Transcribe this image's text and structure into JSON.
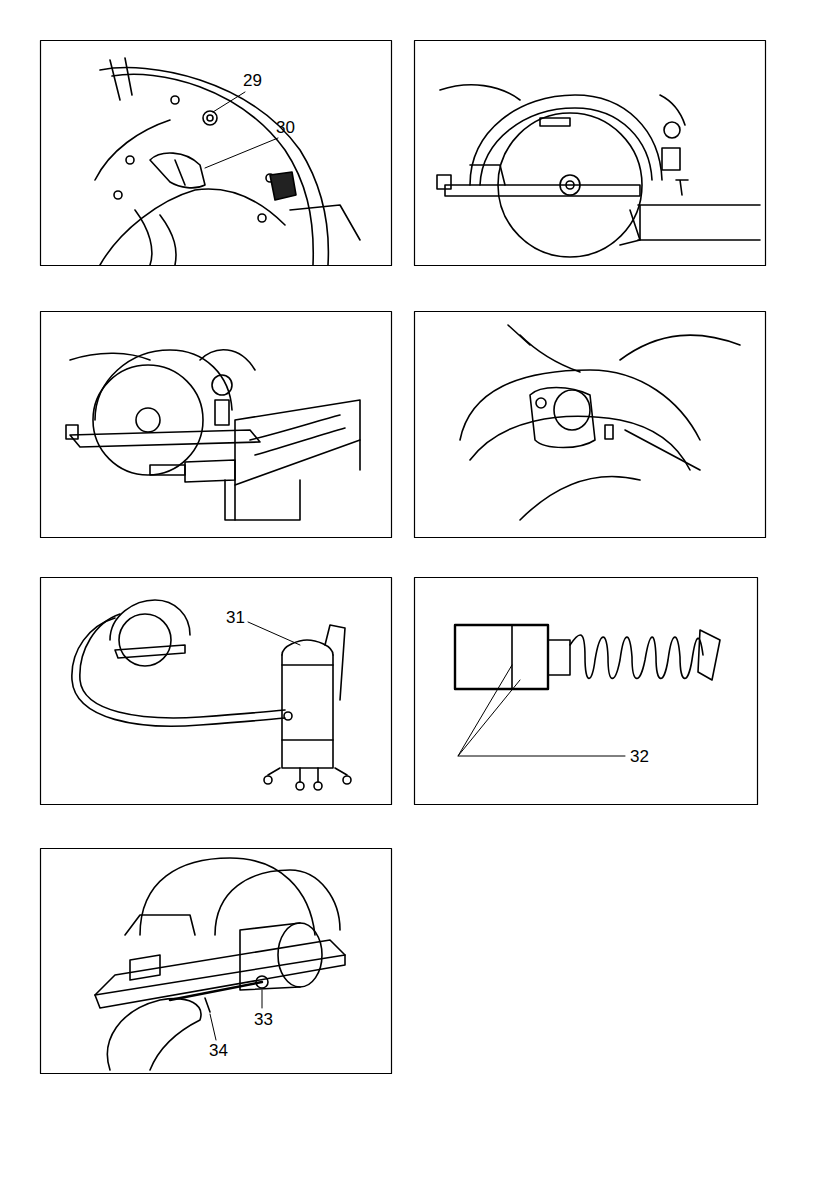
{
  "diagram": {
    "labels": [
      "29",
      "30",
      "31",
      "32",
      "33",
      "34"
    ]
  }
}
